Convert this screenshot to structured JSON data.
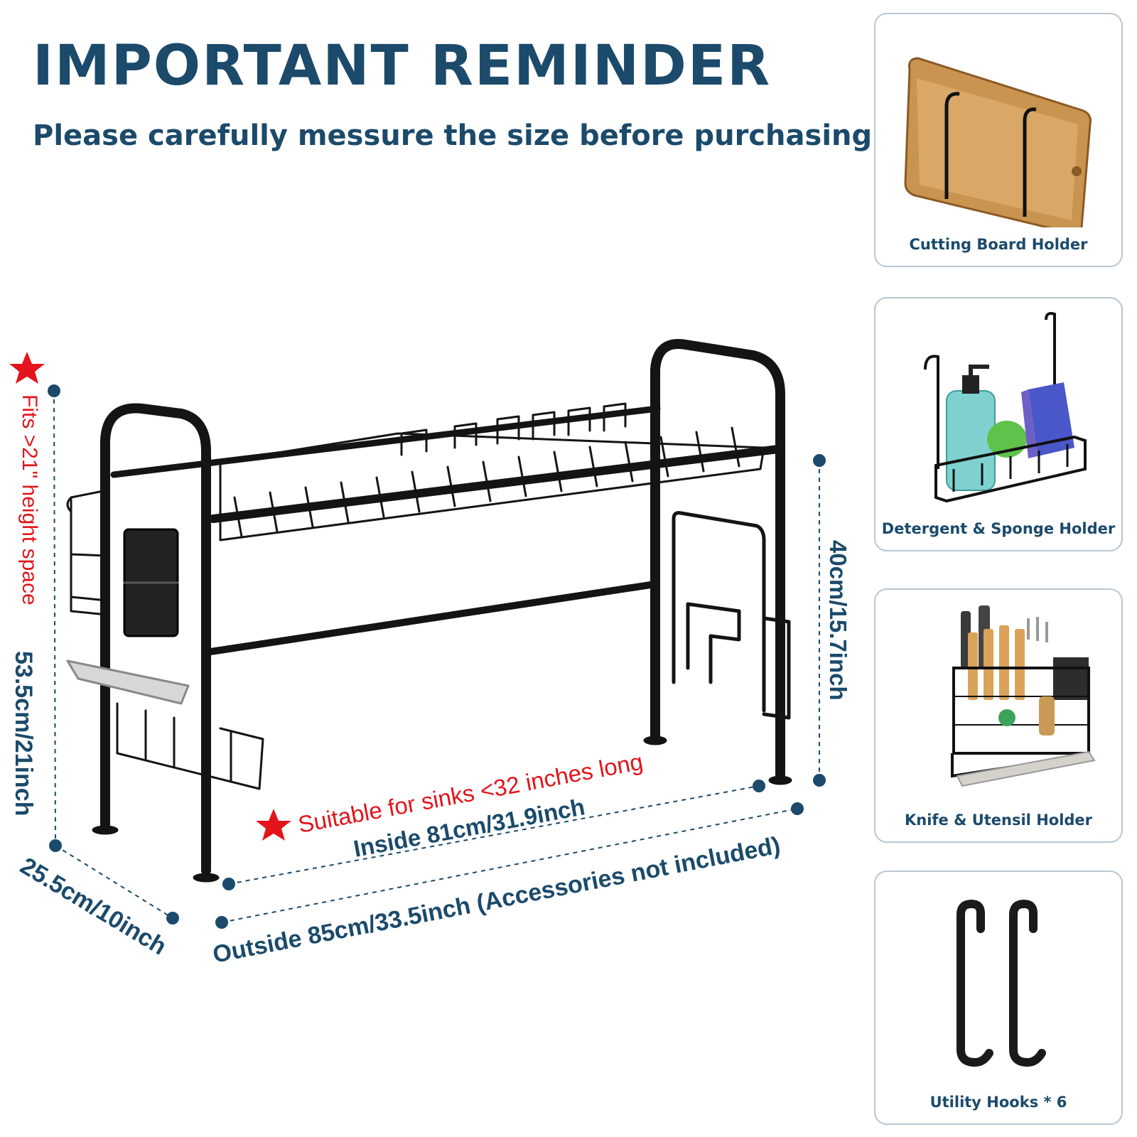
{
  "header": {
    "title": "IMPORTANT REMINDER",
    "subtitle": "Please carefully messure the size before purchasing"
  },
  "dimensions": {
    "height_space": "Fits >21\" height space",
    "total_height": "53.5cm/21inch",
    "depth": "25.5cm/10inch",
    "inner_height": "40cm/15.7inch",
    "sink_note": "Suitable for sinks <32 inches long",
    "inside_width": "Inside 81cm/31.9inch",
    "outside_width": "Outside 85cm/33.5inch (Accessories not included)"
  },
  "accessories": [
    {
      "label": "Cutting Board Holder",
      "icon": "cutting-board-icon"
    },
    {
      "label": "Detergent & Sponge Holder",
      "icon": "sponge-holder-icon"
    },
    {
      "label": "Knife & Utensil Holder",
      "icon": "knife-holder-icon"
    },
    {
      "label": "Utility Hooks * 6",
      "icon": "hooks-icon"
    }
  ],
  "colors": {
    "navy": "#1b4a6b",
    "red": "#e3141b",
    "rack": "#141414"
  }
}
